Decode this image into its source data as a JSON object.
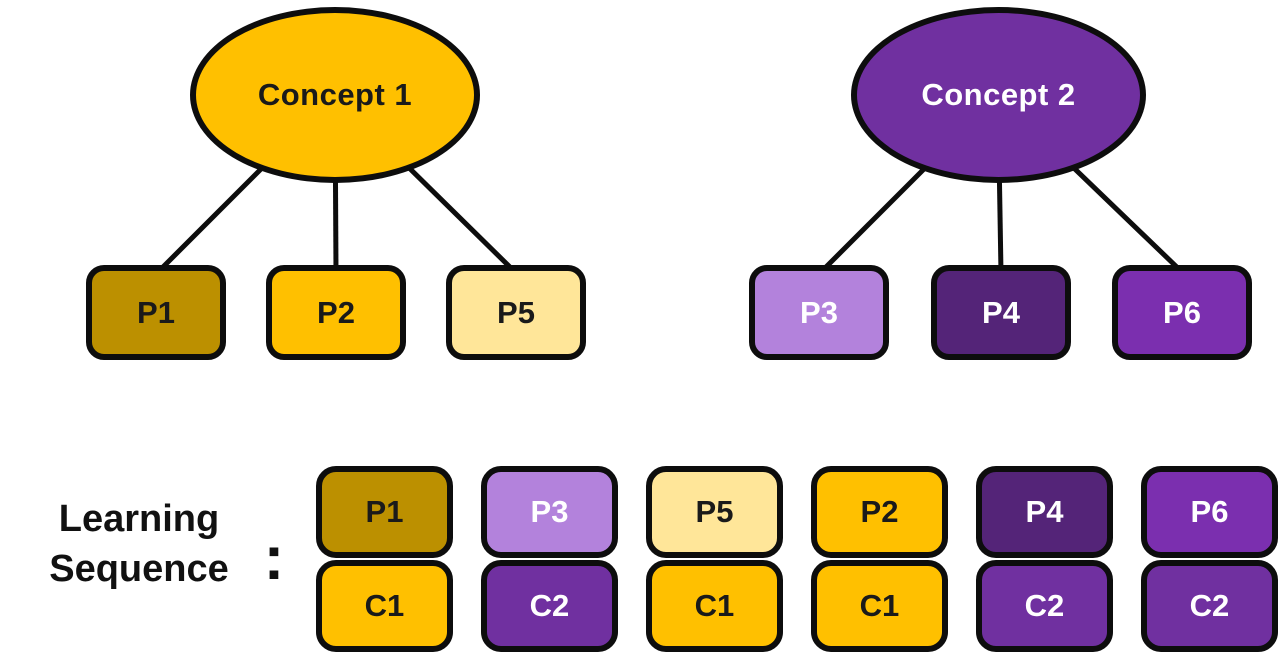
{
  "colors": {
    "outline": "#0d0d0d",
    "gold": "#FFC000",
    "dark_gold": "#BC9000",
    "cream": "#FFE699",
    "purple": "#7030A0",
    "light_purple": "#B382DC",
    "dark_purple": "#542478",
    "medium_purple": "#7B2FAF",
    "black_text": "#1a1a1a",
    "white_text": "#ffffff"
  },
  "concept_maps": [
    {
      "concept": {
        "label": "Concept 1",
        "fill": "#FFC000",
        "text": "#1a1a1a"
      },
      "problems": [
        {
          "label": "P1",
          "fill": "#BC9000",
          "text": "#1a1a1a"
        },
        {
          "label": "P2",
          "fill": "#FFC000",
          "text": "#1a1a1a"
        },
        {
          "label": "P5",
          "fill": "#FFE699",
          "text": "#1a1a1a"
        }
      ]
    },
    {
      "concept": {
        "label": "Concept 2",
        "fill": "#7030A0",
        "text": "#ffffff"
      },
      "problems": [
        {
          "label": "P3",
          "fill": "#B382DC",
          "text": "#ffffff"
        },
        {
          "label": "P4",
          "fill": "#542478",
          "text": "#ffffff"
        },
        {
          "label": "P6",
          "fill": "#7B2FAF",
          "text": "#ffffff"
        }
      ]
    }
  ],
  "learning_sequence": {
    "label_line1": "Learning",
    "label_line2": "Sequence",
    "separator": ":",
    "pairs": [
      {
        "problem": {
          "label": "P1",
          "fill": "#BC9000",
          "text": "#1a1a1a"
        },
        "concept": {
          "label": "C1",
          "fill": "#FFC000",
          "text": "#1a1a1a"
        }
      },
      {
        "problem": {
          "label": "P3",
          "fill": "#B382DC",
          "text": "#ffffff"
        },
        "concept": {
          "label": "C2",
          "fill": "#7030A0",
          "text": "#ffffff"
        }
      },
      {
        "problem": {
          "label": "P5",
          "fill": "#FFE699",
          "text": "#1a1a1a"
        },
        "concept": {
          "label": "C1",
          "fill": "#FFC000",
          "text": "#1a1a1a"
        }
      },
      {
        "problem": {
          "label": "P2",
          "fill": "#FFC000",
          "text": "#1a1a1a"
        },
        "concept": {
          "label": "C1",
          "fill": "#FFC000",
          "text": "#1a1a1a"
        }
      },
      {
        "problem": {
          "label": "P4",
          "fill": "#542478",
          "text": "#ffffff"
        },
        "concept": {
          "label": "C2",
          "fill": "#7030A0",
          "text": "#ffffff"
        }
      },
      {
        "problem": {
          "label": "P6",
          "fill": "#7B2FAF",
          "text": "#ffffff"
        },
        "concept": {
          "label": "C2",
          "fill": "#7030A0",
          "text": "#ffffff"
        }
      }
    ]
  }
}
